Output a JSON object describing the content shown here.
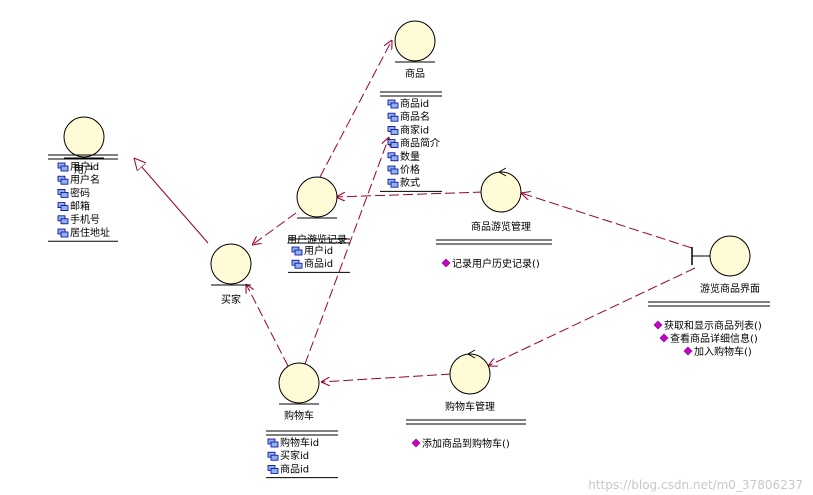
{
  "colors": {
    "entity_fill": "#fffbd6",
    "entity_stroke": "#000000",
    "line_color": "#990033",
    "attr_icon": "#0000a0",
    "op_icon": "#cc00cc",
    "watermark": "#c8c8c8"
  },
  "classes": {
    "user": {
      "name": "用户",
      "kind": "entity",
      "attributes": [
        "用户id",
        "用户名",
        "密码",
        "邮箱",
        "手机号",
        "居住地址"
      ],
      "operations": []
    },
    "buyer": {
      "name": "买家",
      "kind": "entity",
      "attributes": [],
      "operations": []
    },
    "product": {
      "name": "商品",
      "kind": "entity",
      "attributes": [
        "商品id",
        "商品名",
        "商家id",
        "商品简介",
        "数量",
        "价格",
        "款式"
      ],
      "operations": []
    },
    "browse_record": {
      "name": "用户游览记录",
      "kind": "entity",
      "attributes": [
        "用户id",
        "商品id"
      ],
      "operations": []
    },
    "cart": {
      "name": "购物车",
      "kind": "entity",
      "attributes": [
        "购物车id",
        "买家id",
        "商品id"
      ],
      "operations": []
    },
    "browse_manager": {
      "name": "商品游览管理",
      "kind": "control",
      "attributes": [],
      "operations": [
        "记录用户历史记录()"
      ]
    },
    "cart_manager": {
      "name": "购物车管理",
      "kind": "control",
      "attributes": [],
      "operations": [
        "添加商品到购物车()"
      ]
    },
    "browse_ui": {
      "name": "游览商品界面",
      "kind": "boundary",
      "attributes": [],
      "operations": [
        "获取和显示商品列表()",
        "查看商品详细信息()",
        "加入购物车()"
      ]
    }
  },
  "relations": [
    {
      "from": "buyer",
      "to": "user",
      "type": "generalization"
    },
    {
      "from": "browse_record",
      "to": "buyer",
      "type": "dependency"
    },
    {
      "from": "browse_record",
      "to": "product",
      "type": "dependency"
    },
    {
      "from": "browse_manager",
      "to": "browse_record",
      "type": "dependency"
    },
    {
      "from": "browse_ui",
      "to": "browse_manager",
      "type": "dependency"
    },
    {
      "from": "browse_ui",
      "to": "cart_manager",
      "type": "dependency"
    },
    {
      "from": "cart_manager",
      "to": "cart",
      "type": "dependency"
    },
    {
      "from": "cart",
      "to": "buyer",
      "type": "dependency"
    },
    {
      "from": "cart",
      "to": "product",
      "type": "dependency"
    }
  ],
  "watermark": "https://blog.csdn.net/m0_37806237"
}
